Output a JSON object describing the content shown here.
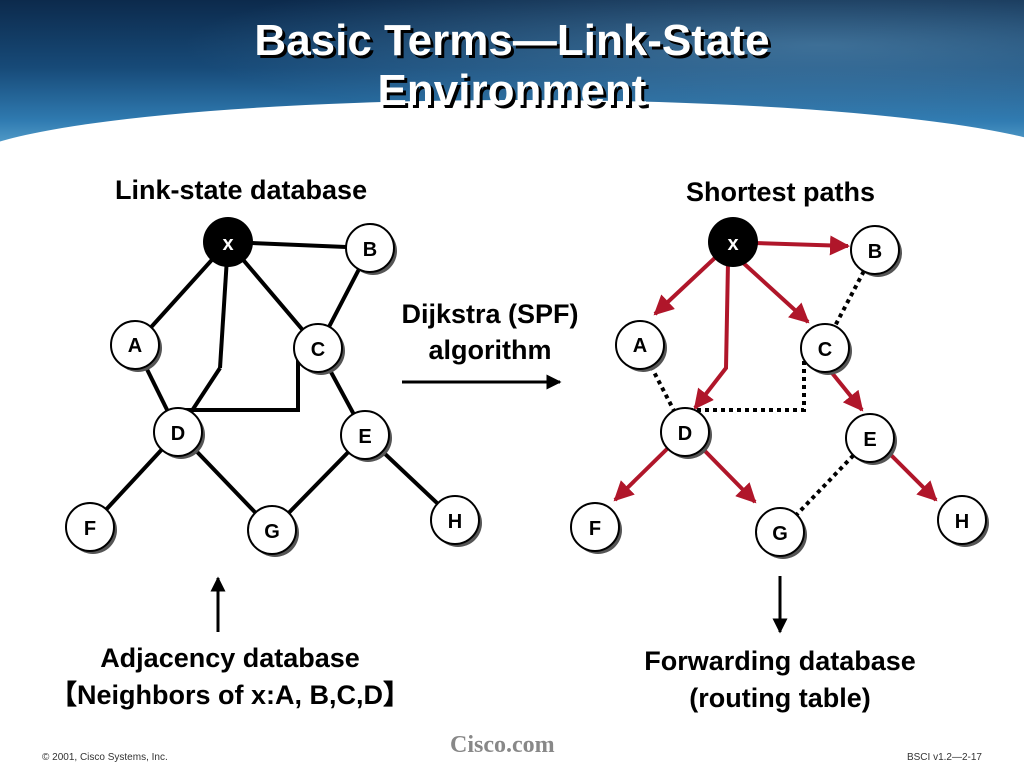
{
  "title": {
    "line1": "Basic Terms—Link-State",
    "line2": "Environment"
  },
  "left_panel": {
    "heading": "Link-state database",
    "caption_line1": "Adjacency database",
    "caption_line2": "【Neighbors of x:A, B,C,D】"
  },
  "middle": {
    "line1": "Dijkstra (SPF)",
    "line2": "algorithm"
  },
  "right_panel": {
    "heading": "Shortest paths",
    "caption_line1": "Forwarding database",
    "caption_line2": "(routing table)"
  },
  "nodes": {
    "x": "x",
    "A": "A",
    "B": "B",
    "C": "C",
    "D": "D",
    "E": "E",
    "F": "F",
    "G": "G",
    "H": "H"
  },
  "colors": {
    "path_red": "#b0162a",
    "node_dark": "#000000",
    "header_blue": "#174a78"
  },
  "footer": {
    "copyright": "© 2001, Cisco Systems, Inc.",
    "brand": "Cisco.com",
    "code": "BSCI v1.2—2-17"
  }
}
